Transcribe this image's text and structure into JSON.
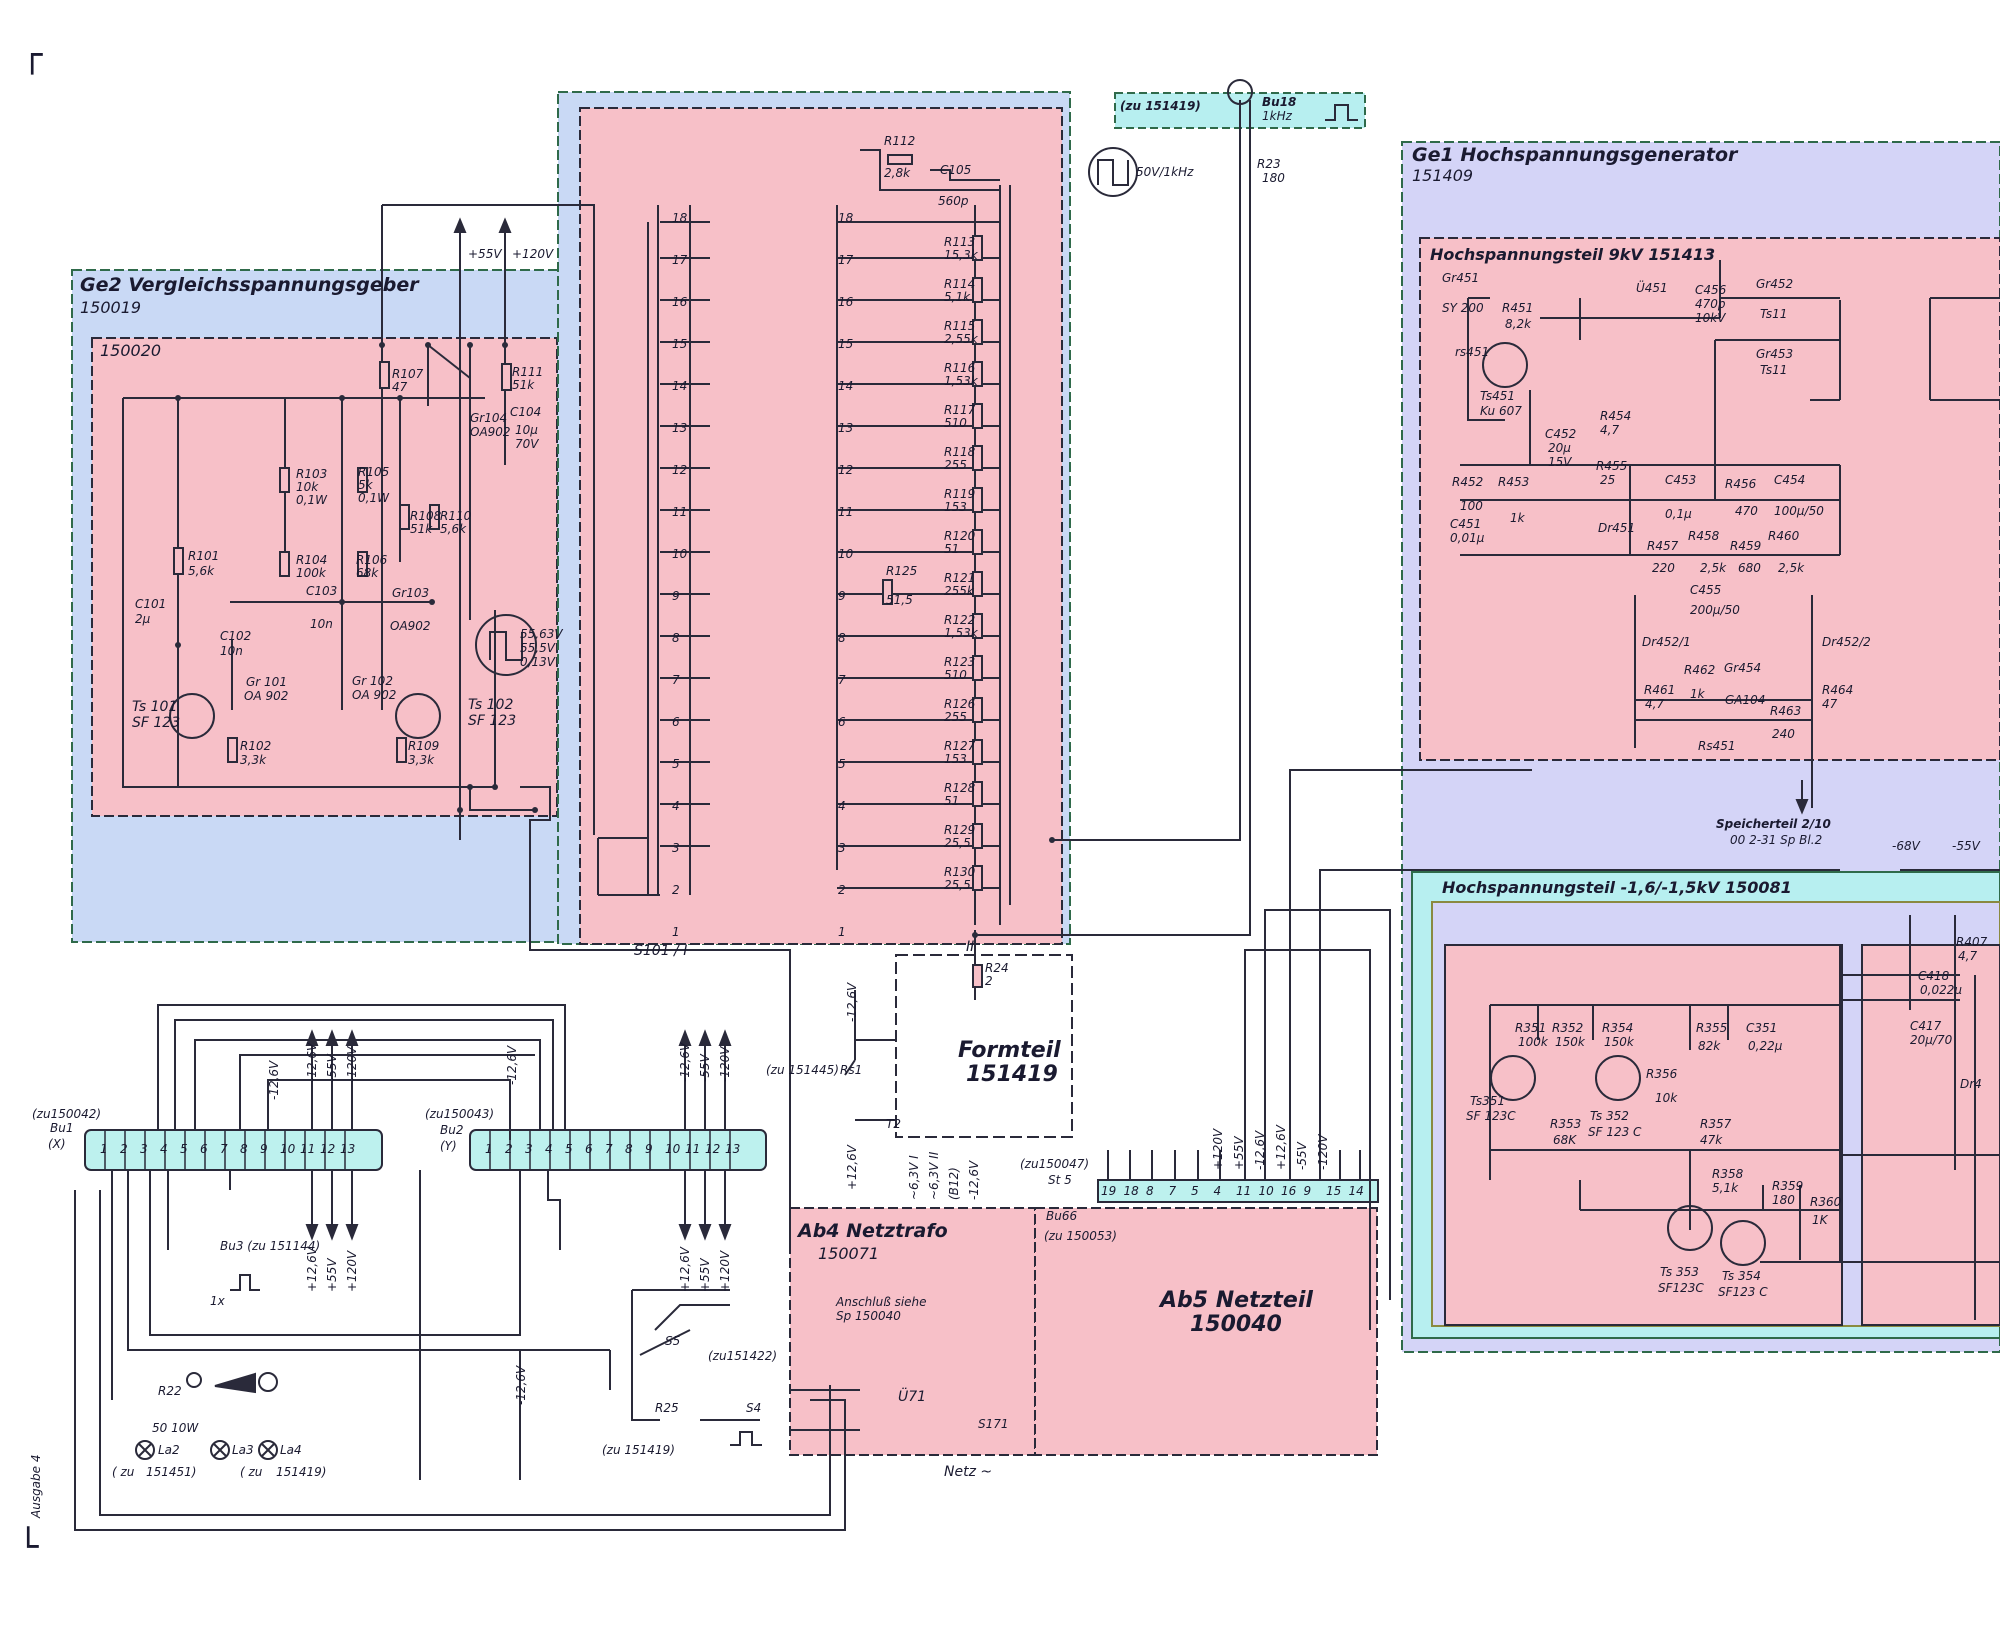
{
  "colors": {
    "pink": "#f7c0c8",
    "blue": "#c9d9f5",
    "lavender": "#d4d4f7",
    "cyan": "#b7eff0",
    "connector": "#bdf1ee",
    "line": "#2a2a3a"
  },
  "blocks": {
    "ge2_title": "Ge2 Vergleichsspannungsgeber",
    "ge2_num": "150019",
    "ge2_inner": "150020",
    "ge1_title": "Ge1 Hochspannungsgenerator",
    "ge1_num": "151409",
    "hs9_title": "Hochspannungsteil 9kV 151413",
    "hs15_title": "Hochspannungsteil -1,6/-1,5kV 150081",
    "formteil": "Formteil",
    "formteil_num": "151419",
    "ab4_title": "Ab4 Netztrafo",
    "ab4_num": "150071",
    "ab5_title": "Ab5 Netzteil",
    "ab5_num": "150040",
    "anschluss1": "Anschluß siehe",
    "anschluss2": "Sp 150040",
    "speicher1": "Speicherteil 2/10",
    "speicher2": "00 2-31 Sp Bl.2",
    "netz": "Netz ~",
    "zu151419_top": "(zu 151419)",
    "bu18": "Bu18",
    "khz": "1kHz",
    "r23": "R23",
    "r23v": "180",
    "pulse_top": "50V/1kHz",
    "pulse_mid1": "55,63V",
    "pulse_mid2": "55,5V",
    "pulse_mid3": "0,13V"
  },
  "rails": {
    "v55": "+55V",
    "v120": "+120V"
  },
  "switch": {
    "s101": "S101 / I",
    "ii": "II"
  },
  "ge2": {
    "r101": "R101",
    "r101v": "5,6k",
    "c101": "C101",
    "c101v": "2µ",
    "c102": "C102",
    "c102v": "10n",
    "r103": "R103",
    "r103v": "10k",
    "r103w": "0,1W",
    "r104": "R104",
    "r104v": "100k",
    "r105": "R105",
    "r105v": "5k",
    "r105w": "0,1W",
    "r106": "R106",
    "r106v": "68k",
    "r107": "R107",
    "r107v": "47",
    "r108": "R108",
    "r108v": "51k",
    "r110": "R110",
    "r110v": "5,6k",
    "r111": "R111",
    "r111v": "51k",
    "c104": "C104",
    "c104v": "10µ",
    "c104u": "70V",
    "gr104": "Gr104",
    "gr104v": "OA902",
    "c103": "C103",
    "c103v": "10n",
    "gr103": "Gr103",
    "gr103v": "OA902",
    "gr101": "Gr 101",
    "gr101v": "OA 902",
    "gr102": "Gr 102",
    "gr102v": "OA 902",
    "ts101": "Ts 101",
    "ts101v": "SF 123",
    "ts102": "Ts 102",
    "ts102v": "SF 123",
    "r102": "R102",
    "r102v": "3,3k",
    "r109": "R109",
    "r109v": "3,3k"
  },
  "resistors": [
    {
      "name": "R113",
      "value": "15,3k"
    },
    {
      "name": "R114",
      "value": "5,1k"
    },
    {
      "name": "R115",
      "value": "2,55k"
    },
    {
      "name": "R116",
      "value": "1,53k"
    },
    {
      "name": "R117",
      "value": "510"
    },
    {
      "name": "R118",
      "value": "255"
    },
    {
      "name": "R119",
      "value": "153"
    },
    {
      "name": "R120",
      "value": "51"
    },
    {
      "name": "R121",
      "value": "255k"
    },
    {
      "name": "R122",
      "value": "1,53k"
    },
    {
      "name": "R123",
      "value": "510"
    },
    {
      "name": "R126",
      "value": "255"
    },
    {
      "name": "R127",
      "value": "153"
    },
    {
      "name": "R128",
      "value": "51"
    },
    {
      "name": "R129",
      "value": "25,5"
    },
    {
      "name": "R130",
      "value": "25,5"
    }
  ],
  "misc_ge2": {
    "r112": "R112",
    "r112v": "2,8k",
    "c105": "C105",
    "c105v": "560p",
    "r125": "R125",
    "r125v": "51,5",
    "r24": "R24",
    "r24v": "2"
  },
  "switch_positions": [
    "18",
    "17",
    "16",
    "15",
    "14",
    "13",
    "12",
    "11",
    "10",
    "9",
    "8",
    "7",
    "6",
    "5",
    "4",
    "3",
    "2",
    "1"
  ],
  "hs9": {
    "gr451": "Gr451",
    "gr451v": "SY 200",
    "r451": "R451",
    "r451v": "8,2k",
    "rs451": "rs451",
    "ts451": "Ts451",
    "ts451v": "Ku 607",
    "u451": "Ü451",
    "c456": "C456",
    "c456v": "470p",
    "c456u": "10kV",
    "gr452": "Gr452",
    "gr452v": "Ts11",
    "gr453": "Gr453",
    "gr453v": "Ts11",
    "r454": "R454",
    "r454v": "4,7",
    "c452": "C452",
    "c452v": "20µ",
    "c452u": "15V",
    "r455": "R455",
    "r455v": "25",
    "r452": "R452",
    "r452v": "100",
    "r453": "R453",
    "r453v": "1k",
    "c451": "C451",
    "c451v": "0,01µ",
    "c453": "C453",
    "c453v": "0,1µ",
    "r456": "R456",
    "r456v": "470",
    "c454": "C454",
    "c454v": "100µ/50",
    "r457": "R457",
    "r457v": "220",
    "r458": "R458",
    "r458v": "2,5k",
    "r459": "R459",
    "r459v": "680",
    "r460": "R460",
    "r460v": "2,5k",
    "dr451": "Dr451",
    "c455": "C455",
    "c455v": "200µ/50",
    "dr4521": "Dr452/1",
    "dr4522": "Dr452/2",
    "r461": "R461",
    "r461v": "4,7",
    "r462": "R462",
    "r462v": "1k",
    "gr454": "Gr454",
    "gr454v": "GA104",
    "r463": "R463",
    "r463v": "240",
    "r464": "R464",
    "r464v": "47",
    "rs451b": "Rs451"
  },
  "hs15": {
    "r351": "R351",
    "r351v": "100k",
    "r352": "R352",
    "r352v": "150k",
    "r354": "R354",
    "r354v": "150k",
    "r355": "R355",
    "r355v": "82k",
    "c351": "C351",
    "c351v": "0,22µ",
    "r356": "R356",
    "r356v": "10k",
    "ts351": "Ts351",
    "ts351v": "SF 123C",
    "ts352": "Ts 352",
    "ts352v": "SF 123 C",
    "r353": "R353",
    "r353v": "68K",
    "r357": "R357",
    "r357v": "47k",
    "r358": "R358",
    "r358v": "5,1k",
    "r359": "R359",
    "r359v": "180",
    "r360": "R360",
    "r360v": "1K",
    "ts353": "Ts 353",
    "ts353v": "SF123C",
    "ts354": "Ts 354",
    "ts354v": "SF123 C",
    "r407": "R407",
    "r407v": "4,7",
    "c418": "C418",
    "c418v": "0,022µ",
    "c417": "C417",
    "c417v": "20µ/70",
    "dr4": "Dr4",
    "v68": "-68V",
    "v55": "-55V"
  },
  "bu1": {
    "ref": "(zu150042)",
    "name": "Bu1",
    "axis": "(X)",
    "pins": [
      "1",
      "2",
      "3",
      "4",
      "5",
      "6",
      "7",
      "8",
      "9",
      "10",
      "11",
      "12",
      "13"
    ]
  },
  "bu2": {
    "ref": "(zu150043)",
    "name": "Bu2",
    "axis": "(Y)",
    "pins": [
      "1",
      "2",
      "3",
      "4",
      "5",
      "6",
      "7",
      "8",
      "9",
      "10",
      "11",
      "12",
      "13"
    ]
  },
  "st5": {
    "ref": "(zu150047)",
    "name": "St 5",
    "bu66": "Bu66",
    "zu150053": "(zu 150053)",
    "pins": [
      "19",
      "18",
      "8",
      "7",
      "5",
      "4",
      "11",
      "10",
      "16",
      "9",
      "15",
      "14"
    ]
  },
  "voltage_labels": {
    "bu1_top": [
      "-12,6V",
      "-55V",
      "-120V"
    ],
    "bu1_bottom": [
      "+12,6V",
      "+55V",
      "+120V"
    ],
    "bu2_top": [
      "-12,6V",
      "-55V",
      "-120V"
    ],
    "bu2_bottom": [
      "+12,6V",
      "+55V",
      "+120V"
    ],
    "bu1_mid": "-12,6V",
    "bu2_mid": "-12,6V",
    "bu2_lower": "-12,6V",
    "st5_labels": [
      "+120V",
      "+55V",
      "-12,6V",
      "+12,6V",
      "-55V",
      "-120V"
    ],
    "ab4_labels": [
      "~6,3V I",
      "~6,3V II",
      "(B12)",
      "-12,6V"
    ],
    "relay_top": "-12,6V",
    "relay_bot": "+12,6V"
  },
  "lower": {
    "bu3": "Bu3 (zu 151144)",
    "onex": "1x",
    "r22": "R22",
    "r22v": "50 10W",
    "la2": "La2",
    "la3": "La3",
    "la4": "La4",
    "zu1": "( zu",
    "n151451": "151451)",
    "zu2": "( zu",
    "n151419": "151419)",
    "s5": "S5",
    "zu151422": "(zu151422)",
    "r25": "R25",
    "zu151419b": "(zu 151419)",
    "s4": "S4",
    "u71": "Ü71",
    "rs1": "Rs1",
    "zu151445": "(zu 151445)",
    "t2": "T2",
    "s171": "S171",
    "ausgabe": "Ausgabe 4"
  }
}
